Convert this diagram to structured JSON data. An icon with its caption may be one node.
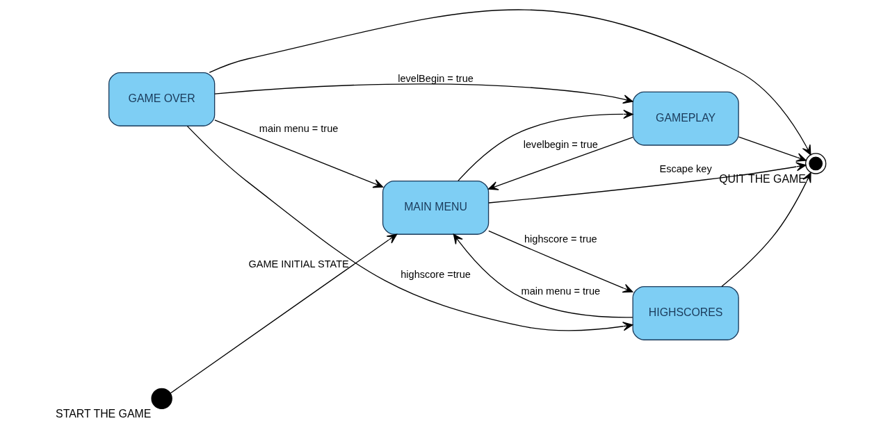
{
  "diagram": {
    "nodes": [
      {
        "text": [],
        "shape": "circle",
        "beside": [
          "START THE GAME"
        ]
      },
      {
        "text": [],
        "shape": "doublecircle",
        "beside": [
          "QUIT THE GAME"
        ]
      },
      {
        "text": [
          "MAIN MENU"
        ]
      },
      {
        "text": [
          "HIGHSCORES"
        ]
      },
      {
        "text": [
          "GAMEPLAY"
        ]
      },
      {
        "text": [
          "GAME OVER"
        ]
      }
    ],
    "edges": [
      {
        "from": 0,
        "to": 2,
        "arrow": "to",
        "label": "GAME INITIAL STATE"
      },
      {
        "from": 2,
        "to": 3,
        "arrow": "to",
        "label": "highscore = true"
      },
      {
        "from": 3,
        "to": 2,
        "arrow": "to",
        "label": "main menu = true"
      },
      {
        "from": 2,
        "to": 1,
        "arrow": "to",
        "label": "Escape key"
      },
      {
        "from": 4,
        "to": 2,
        "arrow": "to",
        "label": "levelbegin = true"
      },
      {
        "from": 2,
        "to": 4,
        "arrow": "to"
      },
      {
        "from": 4,
        "to": 1,
        "arrow": "to"
      },
      {
        "from": 3,
        "to": 1,
        "arrow": "to"
      },
      {
        "from": 5,
        "to": 2,
        "arrow": "to",
        "label": "main menu = true"
      },
      {
        "from": 5,
        "to": 3,
        "arrow": "to",
        "label": "highscore =true"
      },
      {
        "from": 5,
        "to": 4,
        "arrow": "to",
        "label": "levelBegin = true"
      },
      {
        "from": 5,
        "to": 1,
        "arrow": "to"
      }
    ]
  }
}
